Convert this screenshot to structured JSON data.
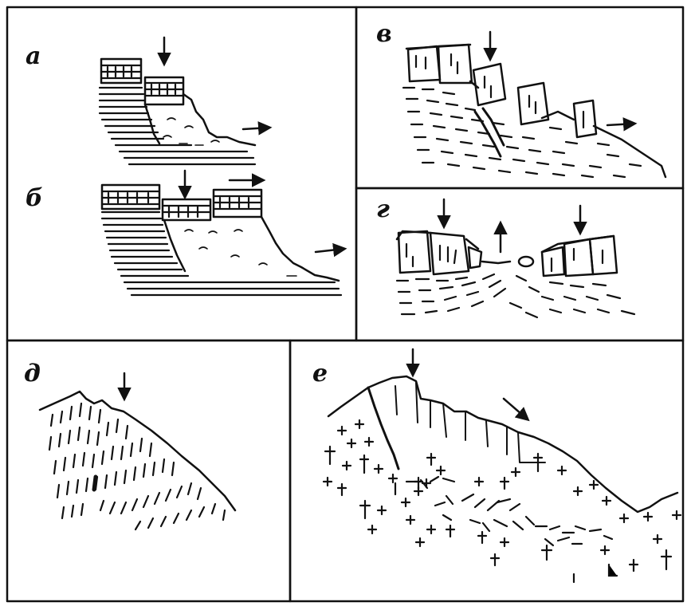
{
  "figure": {
    "panels": [
      {
        "id": "a",
        "label": "а"
      },
      {
        "id": "b",
        "label": "б"
      },
      {
        "id": "v",
        "label": "в"
      },
      {
        "id": "g",
        "label": "г"
      },
      {
        "id": "d",
        "label": "д"
      },
      {
        "id": "e",
        "label": "е"
      }
    ],
    "colors": {
      "ink": "#111111",
      "paper": "#ffffff"
    }
  }
}
